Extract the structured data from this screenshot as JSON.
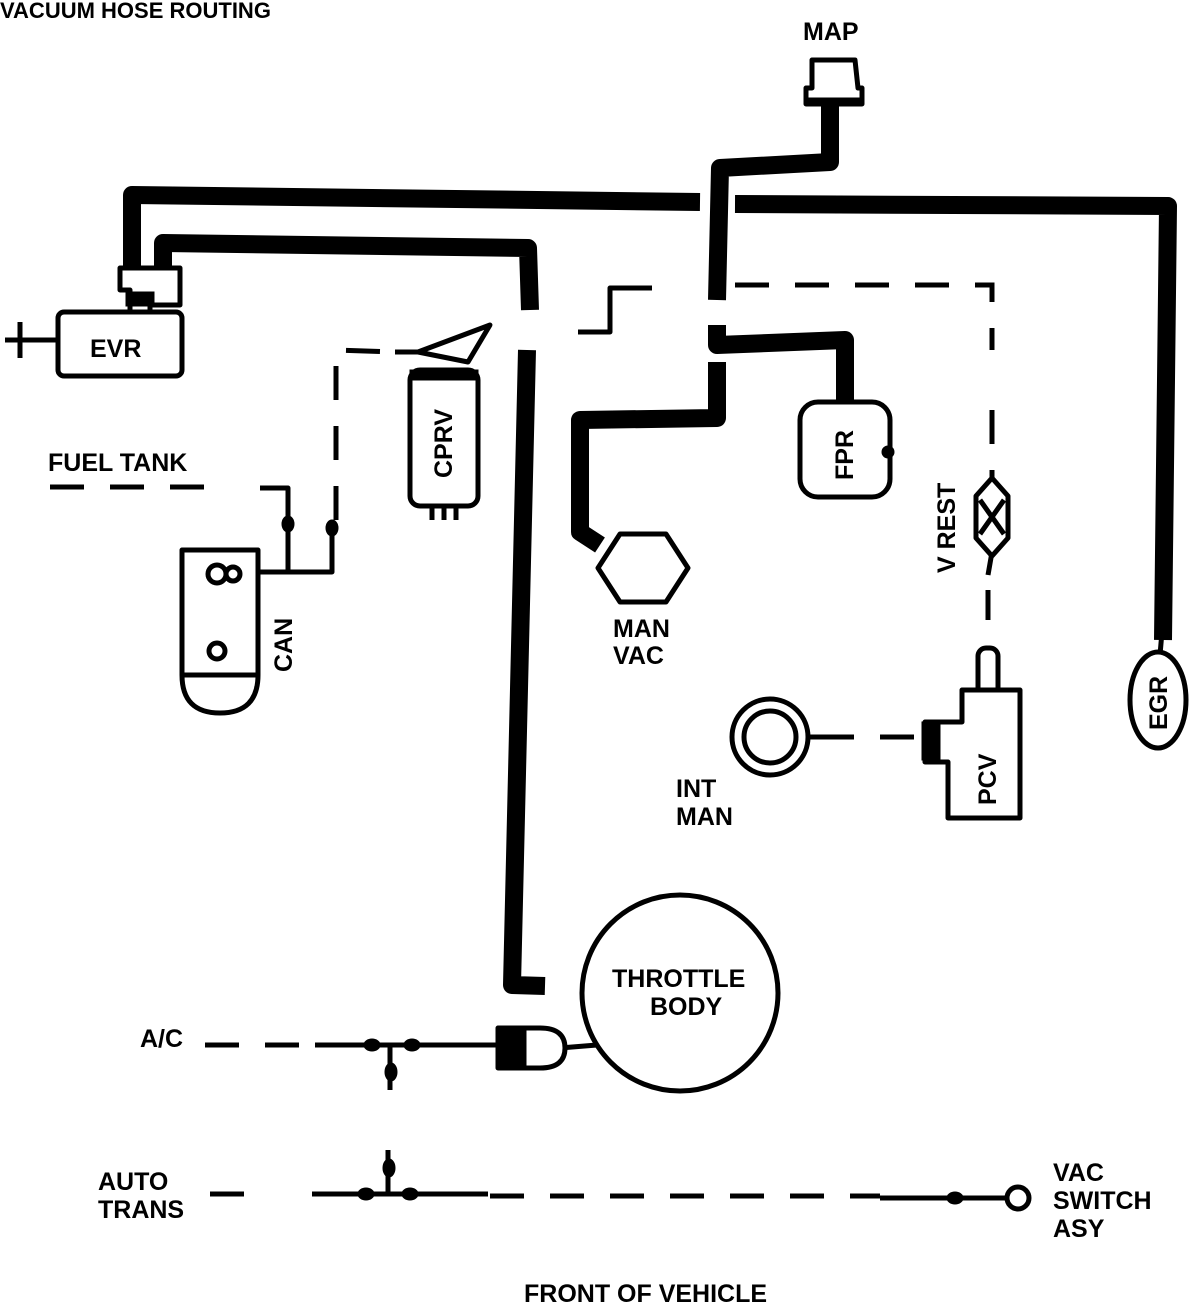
{
  "title": "VACUUM HOSE ROUTING",
  "labels": {
    "map": "MAP",
    "evr": "EVR",
    "cprv": "CPRV",
    "fuel_tank": "FUEL TANK",
    "can": "CAN",
    "fpr": "FPR",
    "man_vac_line1": "MAN",
    "man_vac_line2": "VAC",
    "v_rest": "V REST",
    "egr": "EGR",
    "int_man_line1": "INT",
    "int_man_line2": "MAN",
    "pcv": "PCV",
    "throttle_body_line1": "THROTTLE",
    "throttle_body_line2": "BODY",
    "ac": "A/C",
    "auto_trans_line1": "AUTO",
    "auto_trans_line2": "TRANS",
    "vac_switch_line1": "VAC",
    "vac_switch_line2": "SWITCH",
    "vac_switch_line3": "ASY",
    "front_of_vehicle": "FRONT OF VEHICLE"
  }
}
